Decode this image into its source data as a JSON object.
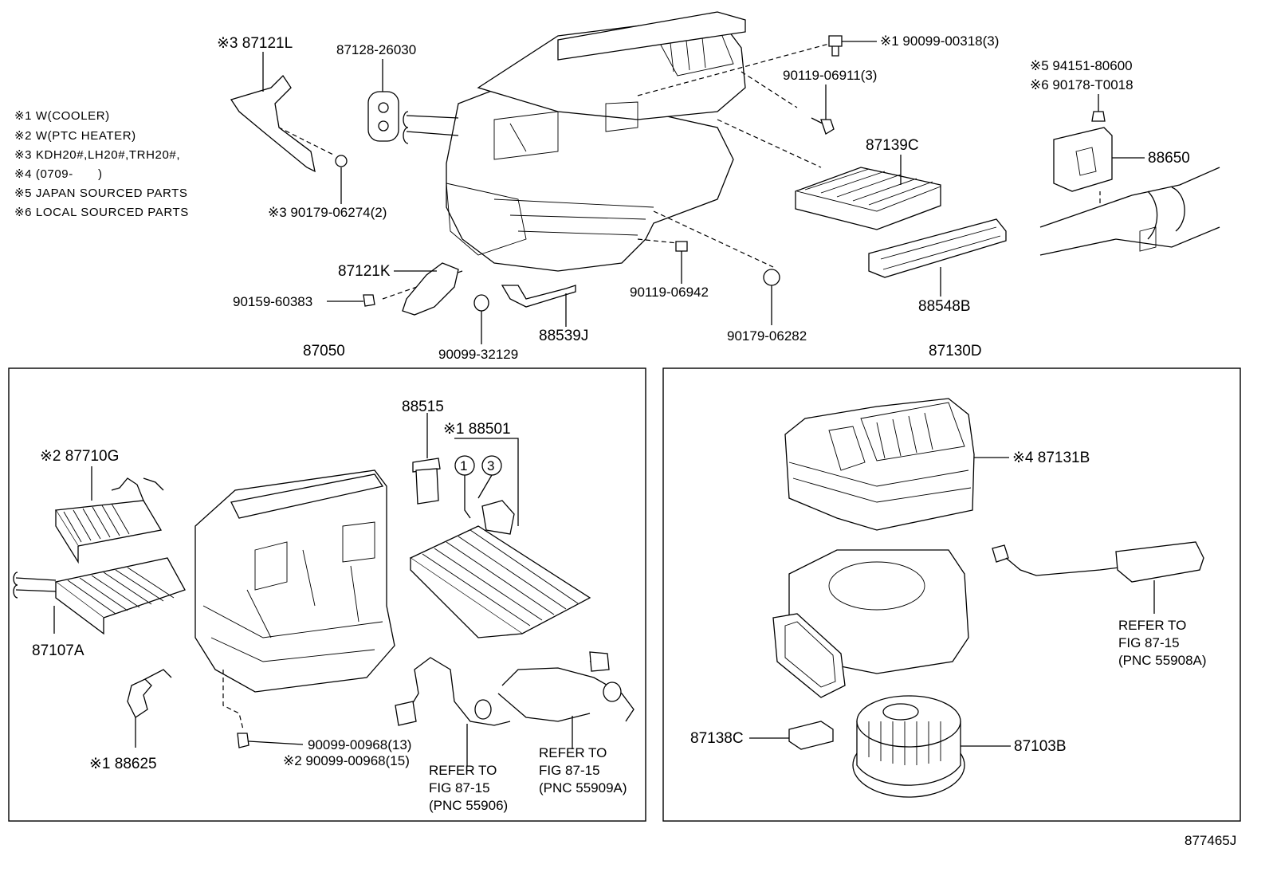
{
  "notes": [
    "※1 W(COOLER)",
    "※2 W(PTC HEATER)",
    "※3 KDH20#,LH20#,TRH20#,",
    "※4 (0709-　　)",
    "※5 JAPAN SOURCED PARTS",
    "※6 LOCAL SOURCED PARTS"
  ],
  "labels": {
    "p87121L": "※3 87121L",
    "p87128": "87128-26030",
    "p90099_00318": "※1 90099-00318(3)",
    "p90119_06911": "90119-06911(3)",
    "p94151": "※5 94151-80600",
    "p90178": "※6 90178-T0018",
    "p88650": "88650",
    "p87139C": "87139C",
    "p90179_06274": "※3 90179-06274(2)",
    "p87121K": "87121K",
    "p90159": "90159-60383",
    "p90119_06942": "90119-06942",
    "p90099_32129": "90099-32129",
    "p88539J": "88539J",
    "p90179_06282": "90179-06282",
    "p88548B": "88548B",
    "p87050": "87050",
    "p87130D": "87130D",
    "p88515": "88515",
    "p88501": "※1 88501",
    "p87710G": "※2 87710G",
    "p87107A": "87107A",
    "p88625": "※1 88625",
    "p90099_00968_13": "90099-00968(13)",
    "p90099_00968_15": "※2 90099-00968(15)",
    "p87131B": "※4 87131B",
    "p87138C": "87138C",
    "p87103B": "87103B",
    "circle1": "1",
    "circle3": "3",
    "fig_code": "877465J"
  },
  "refers": {
    "r1": [
      "REFER TO",
      "FIG 87-15",
      "(PNC 55906)"
    ],
    "r2": [
      "REFER TO",
      "FIG 87-15",
      "(PNC 55909A)"
    ],
    "r3": [
      "REFER TO",
      "FIG 87-15",
      "(PNC 55908A)"
    ]
  }
}
